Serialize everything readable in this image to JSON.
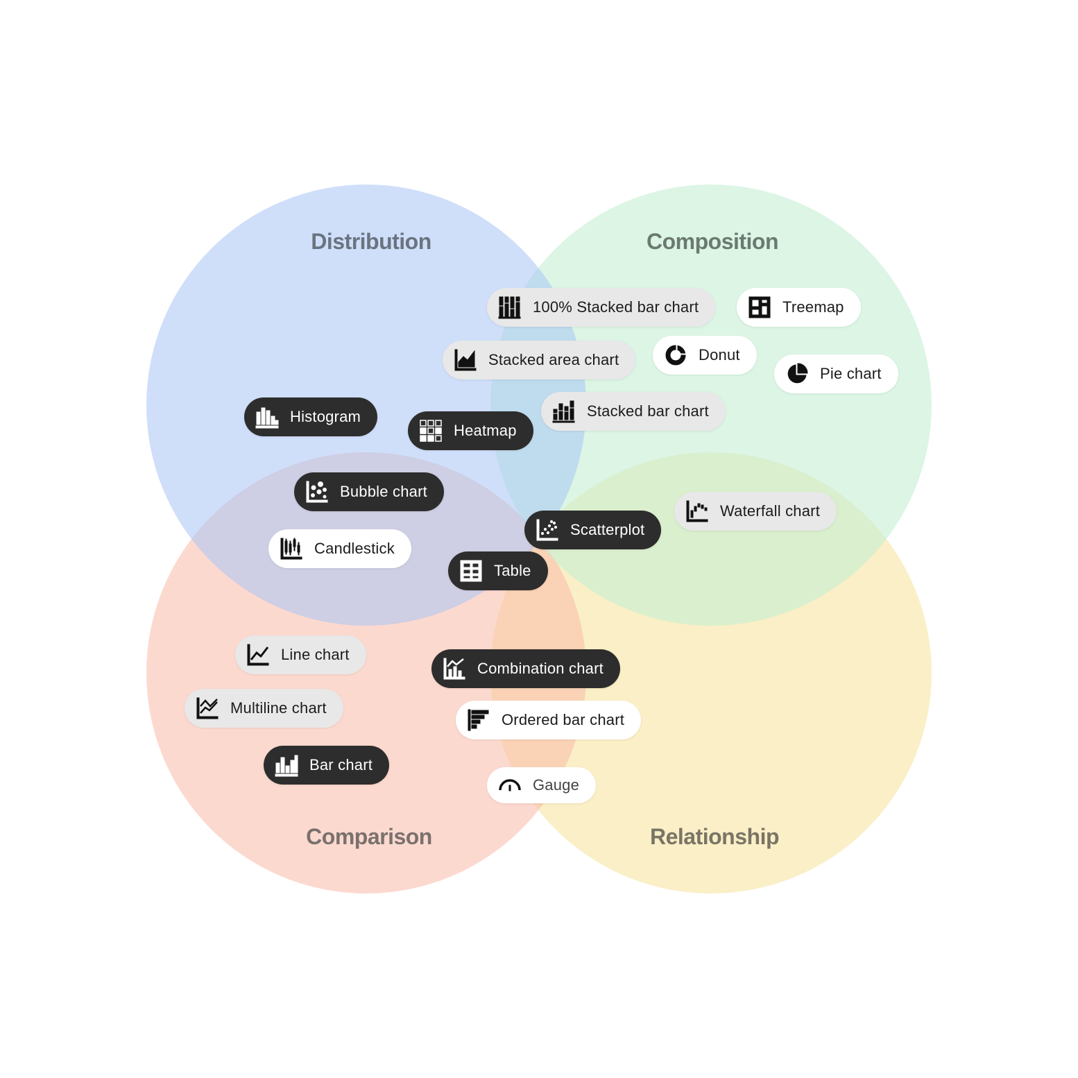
{
  "sets": [
    {
      "name": "Distribution",
      "color": "#a8c4f5",
      "title_color": "#6b7380"
    },
    {
      "name": "Composition",
      "color": "#c5efd4",
      "title_color": "#6b7a70"
    },
    {
      "name": "Comparison",
      "color": "#f9baa8",
      "title_color": "#7a716d"
    },
    {
      "name": "Relationship",
      "color": "#f6e4a0",
      "title_color": "#7a7566"
    }
  ],
  "items": [
    {
      "label": "100% Stacked bar chart",
      "icon": "stacked-100-bar-icon",
      "style": "light"
    },
    {
      "label": "Treemap",
      "icon": "treemap-icon",
      "style": "white"
    },
    {
      "label": "Stacked area chart",
      "icon": "stacked-area-icon",
      "style": "light"
    },
    {
      "label": "Donut",
      "icon": "donut-icon",
      "style": "white"
    },
    {
      "label": "Pie chart",
      "icon": "pie-icon",
      "style": "white"
    },
    {
      "label": "Histogram",
      "icon": "histogram-icon",
      "style": "dark"
    },
    {
      "label": "Heatmap",
      "icon": "heatmap-icon",
      "style": "dark"
    },
    {
      "label": "Stacked bar chart",
      "icon": "stacked-bar-icon",
      "style": "light"
    },
    {
      "label": "Bubble chart",
      "icon": "bubble-icon",
      "style": "dark"
    },
    {
      "label": "Waterfall chart",
      "icon": "waterfall-icon",
      "style": "light"
    },
    {
      "label": "Scatterplot",
      "icon": "scatter-icon",
      "style": "dark"
    },
    {
      "label": "Candlestick",
      "icon": "candlestick-icon",
      "style": "white"
    },
    {
      "label": "Table",
      "icon": "table-icon",
      "style": "dark"
    },
    {
      "label": "Line chart",
      "icon": "line-icon",
      "style": "light"
    },
    {
      "label": "Combination chart",
      "icon": "combination-icon",
      "style": "dark"
    },
    {
      "label": "Multiline chart",
      "icon": "multiline-icon",
      "style": "light"
    },
    {
      "label": "Ordered bar chart",
      "icon": "ordered-bar-icon",
      "style": "white"
    },
    {
      "label": "Bar chart",
      "icon": "bar-icon",
      "style": "dark"
    },
    {
      "label": "Gauge",
      "icon": "gauge-icon",
      "style": "white"
    }
  ]
}
